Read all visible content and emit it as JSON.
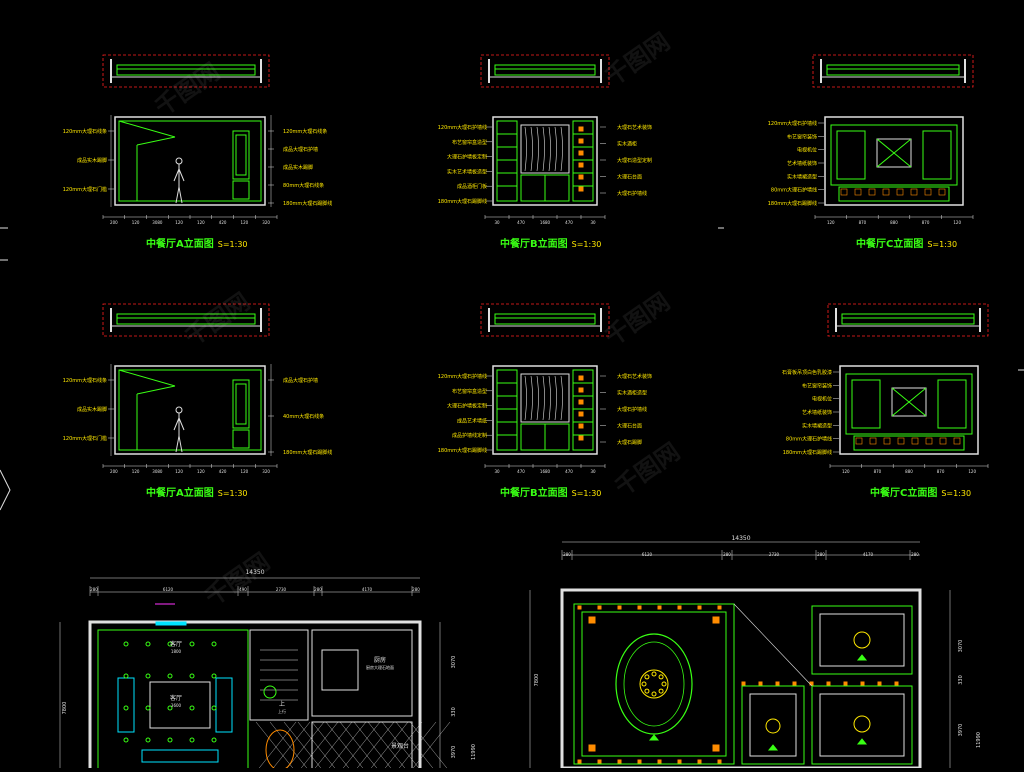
{
  "colors": {
    "background": "#000000",
    "wall": "#e0e0e0",
    "detail": "#39ff14",
    "dim": "#ffe800",
    "accent": "#ff2020",
    "orange": "#ff8c00",
    "cyan": "#00e5ff",
    "magenta": "#ff33ff"
  },
  "elevations": [
    {
      "title": "中餐厅A立面图",
      "scale": "S=1:30",
      "labels_left": [
        "120mm大理石线条",
        "成品实木踢脚",
        "120mm大理石门槛"
      ],
      "labels_right": [
        "120mm大理石线条",
        "成品大理石护墙",
        "成品实木踢脚",
        "80mm大理石线条",
        "180mm大理石踢脚线"
      ],
      "dims": [
        "200",
        "120",
        "3080",
        "120",
        "120",
        "420",
        "120",
        "320"
      ]
    },
    {
      "title": "中餐厅B立面图",
      "scale": "S=1:30",
      "labels_left": [
        "120mm大理石护墙线",
        "布艺窗帘盒造型",
        "大理石护墙板定制",
        "实木艺术墙板造型",
        "成品酒柜门板",
        "180mm大理石踢脚线"
      ],
      "labels_right": [
        "大理石艺术装饰",
        "实木酒柜",
        "大理石造型定制",
        "大理石台面",
        "大理石护墙线"
      ],
      "dims": [
        "30",
        "470",
        "1680",
        "470",
        "30"
      ]
    },
    {
      "title": "中餐厅C立面图",
      "scale": "S=1:30",
      "labels_left": [
        "120mm大理石护墙线",
        "布艺窗帘装饰",
        "电视机位",
        "艺术墙纸装饰",
        "实木墙裙造型",
        "80mm大理石护墙线",
        "180mm大理石踢脚线"
      ],
      "labels_right": [],
      "dims": [
        "120",
        "870",
        "880",
        "870",
        "120"
      ]
    },
    {
      "title": "中餐厅A立面图",
      "scale": "S=1:30",
      "labels_left": [
        "120mm大理石线条",
        "成品实木踢脚",
        "120mm大理石门槛"
      ],
      "labels_right": [
        "成品大理石护墙",
        "40mm大理石线条",
        "180mm大理石踢脚线"
      ],
      "dims": [
        "200",
        "120",
        "3080",
        "120",
        "120",
        "420",
        "120",
        "320"
      ]
    },
    {
      "title": "中餐厅B立面图",
      "scale": "S=1:30",
      "labels_left": [
        "120mm大理石护墙线",
        "布艺窗帘盒造型",
        "大理石护墙板定制",
        "成品艺术墙纸",
        "成品护墙线定制",
        "180mm大理石踢脚线"
      ],
      "labels_right": [
        "大理石艺术装饰",
        "实木酒柜造型",
        "大理石护墙线",
        "大理石台面",
        "大理石踢脚"
      ],
      "dims": [
        "30",
        "470",
        "1680",
        "470",
        "30"
      ]
    },
    {
      "title": "中餐厅C立面图",
      "scale": "S=1:30",
      "labels_left": [
        "石膏板吊顶白色乳胶漆",
        "布艺窗帘装饰",
        "电视机位",
        "艺术墙纸装饰",
        "实木墙裙造型",
        "80mm大理石护墙线",
        "180mm大理石踢脚线"
      ],
      "labels_right": [],
      "dims": [
        "120",
        "870",
        "880",
        "870",
        "120"
      ]
    }
  ],
  "floor_plan": {
    "total_width": "14350",
    "segment_dims": [
      "280",
      "6120",
      "490",
      "2730",
      "280",
      "4170",
      "280"
    ],
    "side_dims": [
      "3070",
      "330",
      "3970",
      "11990",
      "7800"
    ],
    "rooms": [
      {
        "name": "客厅",
        "size": "3600"
      },
      {
        "name": "厨房",
        "size": "厨房大理石地面"
      },
      {
        "name": "景观台",
        "size": ""
      },
      {
        "name": "上",
        "size": "上行"
      },
      {
        "name": "客厅",
        "size": "1800"
      }
    ]
  },
  "ceiling_plan": {
    "total_width": "14350",
    "segment_dims": [
      "280",
      "6120",
      "280",
      "2730",
      "280",
      "4170",
      "280"
    ],
    "side_dims": [
      "3070",
      "330",
      "3970",
      "11990",
      "7800"
    ]
  },
  "watermark": "千图网"
}
